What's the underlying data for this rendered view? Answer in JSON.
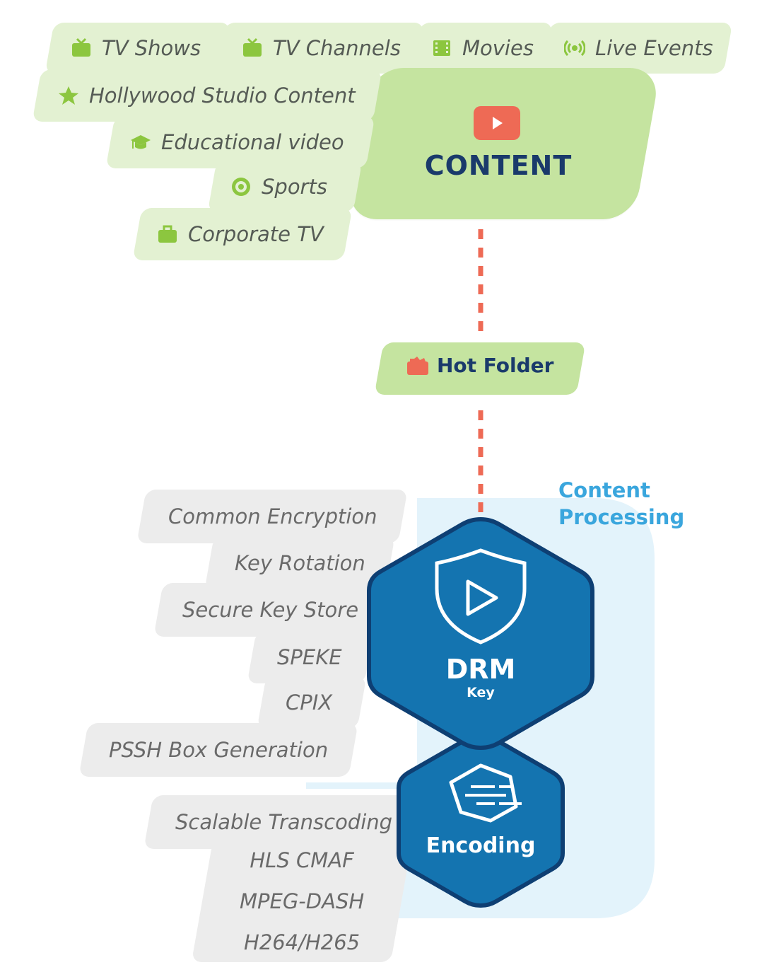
{
  "content": {
    "title": "CONTENT",
    "types": [
      {
        "label": "TV Shows",
        "icon": "tv-icon"
      },
      {
        "label": "TV Channels",
        "icon": "tv-icon"
      },
      {
        "label": "Movies",
        "icon": "film-icon"
      },
      {
        "label": "Live Events",
        "icon": "broadcast-icon"
      },
      {
        "label": "Hollywood Studio Content",
        "icon": "star-icon"
      },
      {
        "label": "Educational video",
        "icon": "graduation-cap-icon"
      },
      {
        "label": "Sports",
        "icon": "ball-icon"
      },
      {
        "label": "Corporate TV",
        "icon": "briefcase-icon"
      }
    ]
  },
  "hot_folder": {
    "label": "Hot Folder",
    "icon": "folder-icon"
  },
  "processing": {
    "title_line1": "Content",
    "title_line2": "Processing",
    "drm": {
      "title": "DRM",
      "subtitle": "Key",
      "icon": "shield-play-icon"
    },
    "encoding": {
      "title": "Encoding",
      "icon": "speed-hexagon-icon"
    },
    "drm_features": [
      "Common Encryption",
      "Key Rotation",
      "Secure Key Store",
      "SPEKE",
      "CPIX",
      "PSSH Box Generation"
    ],
    "encoding_features": [
      "Scalable Transcoding",
      "HLS CMAF",
      "MPEG-DASH",
      "H264/H265"
    ]
  },
  "colors": {
    "green_light": "#e3f1d2",
    "green": "#c5e4a0",
    "icon_green": "#8cc63f",
    "navy": "#1a3a6b",
    "blue": "#1474b0",
    "blue_dark": "#0e3f73",
    "sky": "#e3f3fb",
    "accent_red": "#ee6a55",
    "label_blue": "#3aa6dd"
  }
}
